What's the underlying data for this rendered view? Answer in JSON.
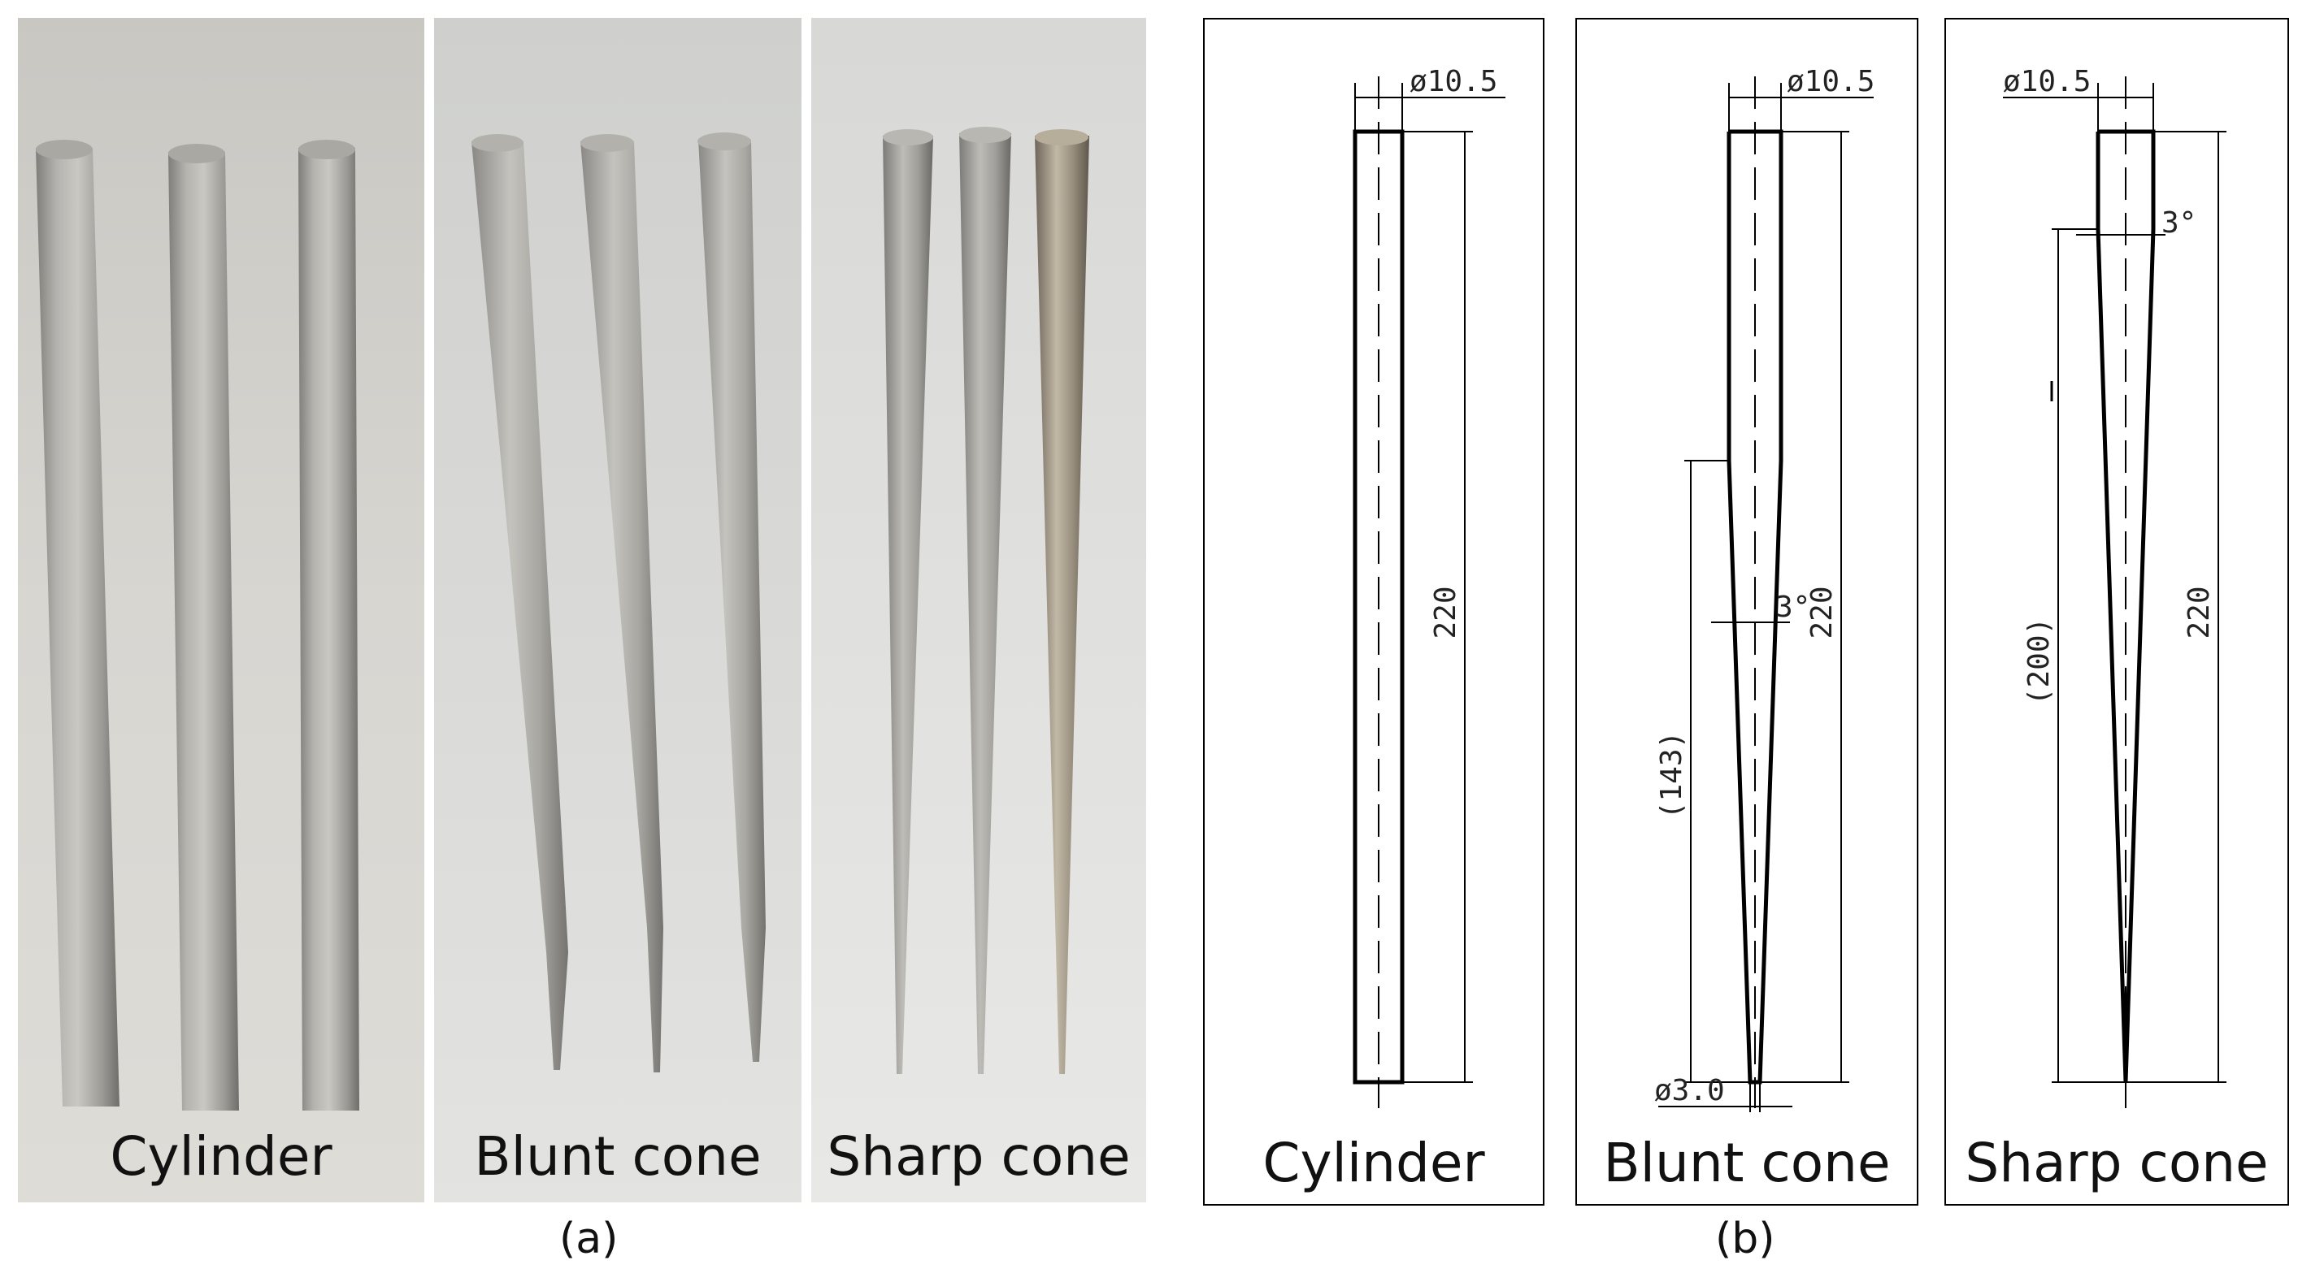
{
  "photos": [
    {
      "label": "Cylinder"
    },
    {
      "label": "Blunt cone"
    },
    {
      "label": "Sharp cone"
    }
  ],
  "panel_a_caption": "(a)",
  "panel_b_caption": "(b)",
  "drawings": [
    {
      "label": "Cylinder",
      "diameter": "ø10.5",
      "length": "220"
    },
    {
      "label": "Blunt cone",
      "diameter": "ø10.5",
      "length": "220",
      "taper_length": "(143)",
      "angle": "3°",
      "tip_diameter": "ø3.0"
    },
    {
      "label": "Sharp cone",
      "diameter": "ø10.5",
      "length": "220",
      "taper_length": "(200)",
      "angle": "3°"
    }
  ]
}
